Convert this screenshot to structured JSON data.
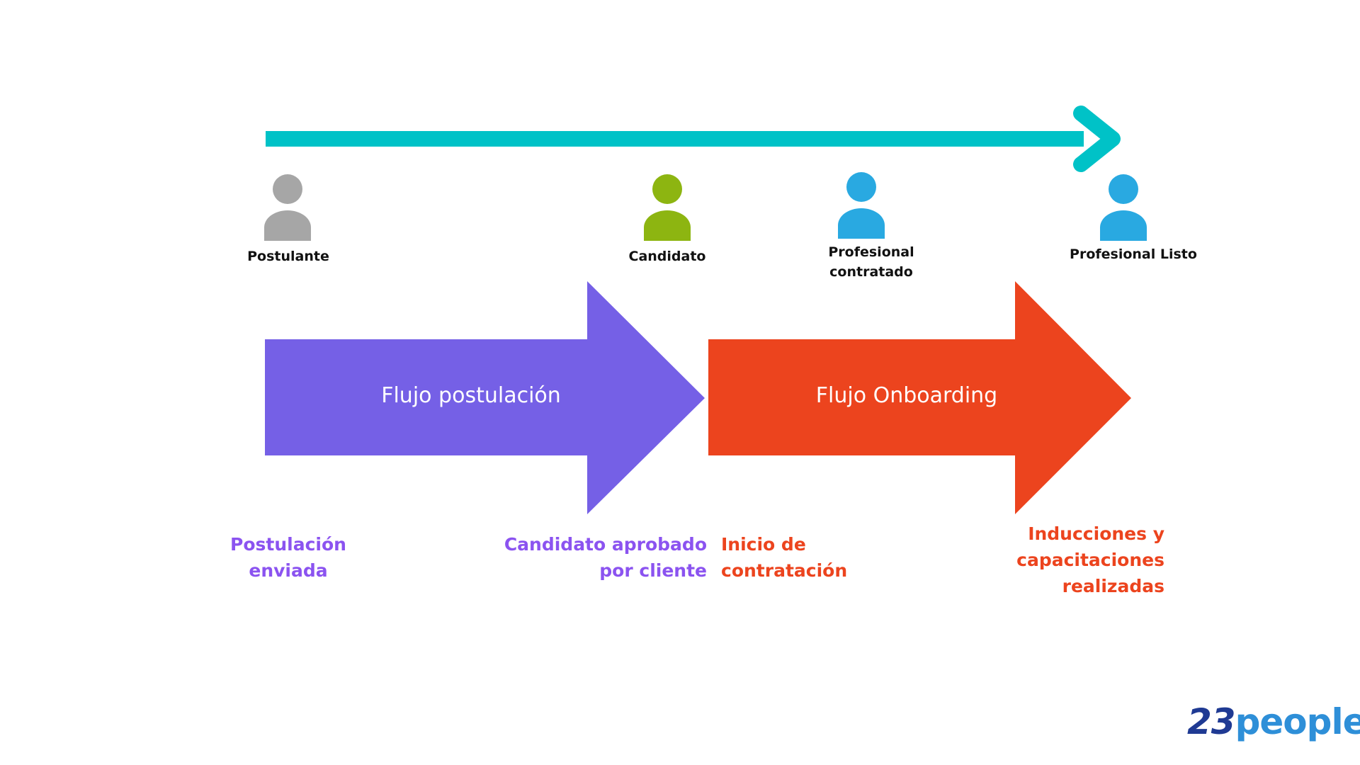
{
  "colors": {
    "timeline": "#00C2C7",
    "postulacion": "#7560E6",
    "onboarding": "#EC441E",
    "person_gray": "#A6A6A6",
    "person_green": "#8DB511",
    "person_blue": "#29A9E1",
    "logo_dark": "#1F3A93",
    "logo_light": "#2E8FD8"
  },
  "people": [
    {
      "label": "Postulante",
      "icon": "user-icon-gray"
    },
    {
      "label": "Candidato",
      "icon": "user-icon-green"
    },
    {
      "label_lines": [
        "Profesional",
        "contratado"
      ],
      "icon": "user-icon-blue"
    },
    {
      "label": "Profesional Listo",
      "icon": "user-icon-blue"
    }
  ],
  "arrows": {
    "postulacion_label": "Flujo postulación",
    "onboarding_label": "Flujo Onboarding"
  },
  "milestones": {
    "postulacion_enviada": [
      "Postulación",
      "enviada"
    ],
    "candidato_aprobado": [
      "Candidato aprobado",
      "por cliente"
    ],
    "inicio_contratacion": [
      "Inicio de",
      "contratación"
    ],
    "inducciones": [
      "Inducciones y",
      "capacitaciones",
      "realizadas"
    ]
  },
  "logo": {
    "number": "23",
    "word": "people"
  }
}
